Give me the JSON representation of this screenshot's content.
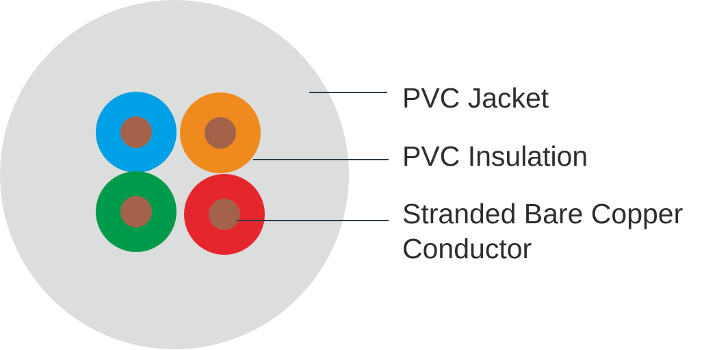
{
  "diagram": {
    "labels": {
      "jacket": "PVC Jacket",
      "insulation": "PVC Insulation",
      "conductor_line1": "Stranded Bare Copper",
      "conductor_line2": "Conductor"
    },
    "colors": {
      "jacket": "#dcdddd",
      "conductor": "#a5624a",
      "insulation_blue": "#00a0e6",
      "insulation_orange": "#ef8a1f",
      "insulation_green": "#009b4a",
      "insulation_red": "#e6262d",
      "leader_line": "#2f3b4a",
      "text": "#2f2d2b"
    }
  }
}
